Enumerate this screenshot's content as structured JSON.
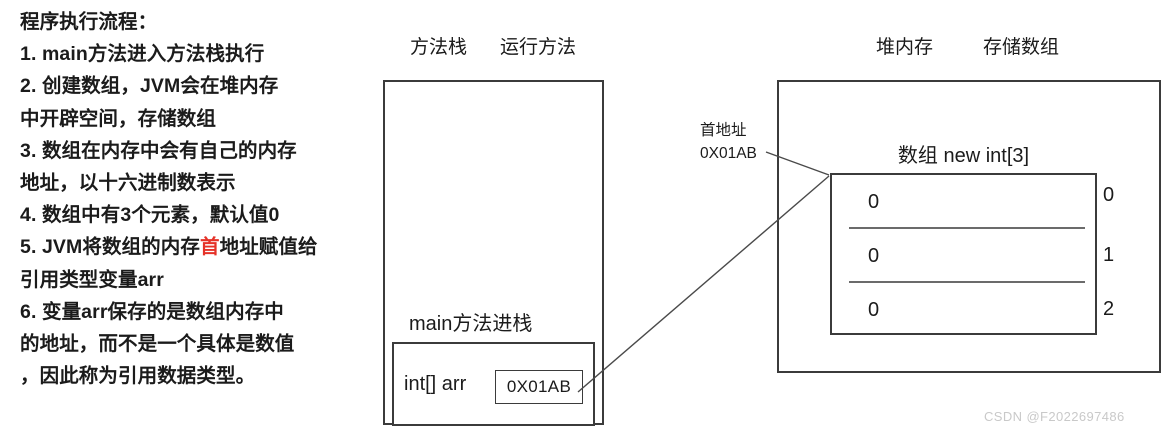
{
  "notes": {
    "title": "程序执行流程：",
    "lines": [
      "1. main方法进入方法栈执行",
      "2. 创建数组，JVM会在堆内存",
      "中开辟空间，存储数组",
      "3. 数组在内存中会有自己的内存",
      "地址，以十六进制数表示",
      "4. 数组中有3个元素，默认值0",
      "引用类型变量arr",
      "6. 变量arr保存的是数组内存中",
      "的地址，而不是一个具体是数值",
      "，因此称为引用数据类型。"
    ],
    "line5_part1": "5. JVM将数组的内存",
    "line5_highlight": "首",
    "line5_part2": "地址赋值给",
    "highlight_color": "#e53228"
  },
  "stack": {
    "heading": "方法栈",
    "heading_run": "运行方法",
    "frame_label": "main方法进栈",
    "variable_type": "int[] arr",
    "variable_value": "0X01AB"
  },
  "heap": {
    "heading": "堆内存",
    "heading_store": "存储数组",
    "address_label_line1": "首地址",
    "address_label_line2": "0X01AB",
    "array_title": "数组 new int[3]",
    "cells": [
      {
        "value": "0",
        "index": "0"
      },
      {
        "value": "0",
        "index": "1"
      },
      {
        "value": "0",
        "index": "2"
      }
    ]
  },
  "watermark": "CSDN @F2022697486"
}
